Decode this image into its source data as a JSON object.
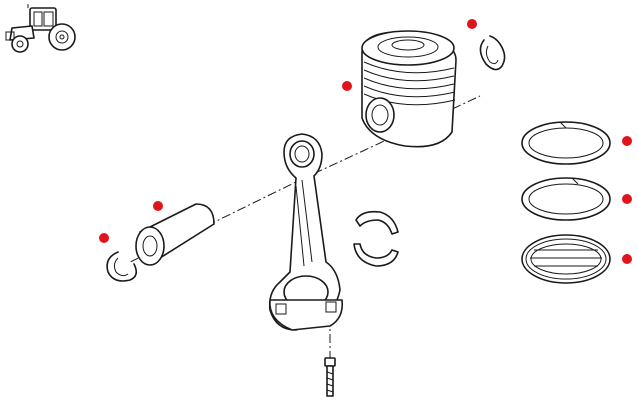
{
  "colors": {
    "background": "#ffffff",
    "line": "#1a1a1a",
    "marker": "#e0141c"
  },
  "icons": {
    "vehicle": "tractor-icon",
    "marker": "red-dot-marker"
  },
  "parts": [
    {
      "name": "piston",
      "marker": true
    },
    {
      "name": "piston-pin-circlip-right",
      "marker": true
    },
    {
      "name": "piston-ring-top",
      "marker": true
    },
    {
      "name": "piston-ring-middle",
      "marker": true
    },
    {
      "name": "piston-ring-oil",
      "marker": true
    },
    {
      "name": "piston-pin",
      "marker": true
    },
    {
      "name": "piston-pin-circlip-left",
      "marker": true
    },
    {
      "name": "connecting-rod",
      "marker": false
    },
    {
      "name": "connecting-rod-bearing-shells",
      "marker": false
    },
    {
      "name": "connecting-rod-bolt",
      "marker": false
    }
  ]
}
